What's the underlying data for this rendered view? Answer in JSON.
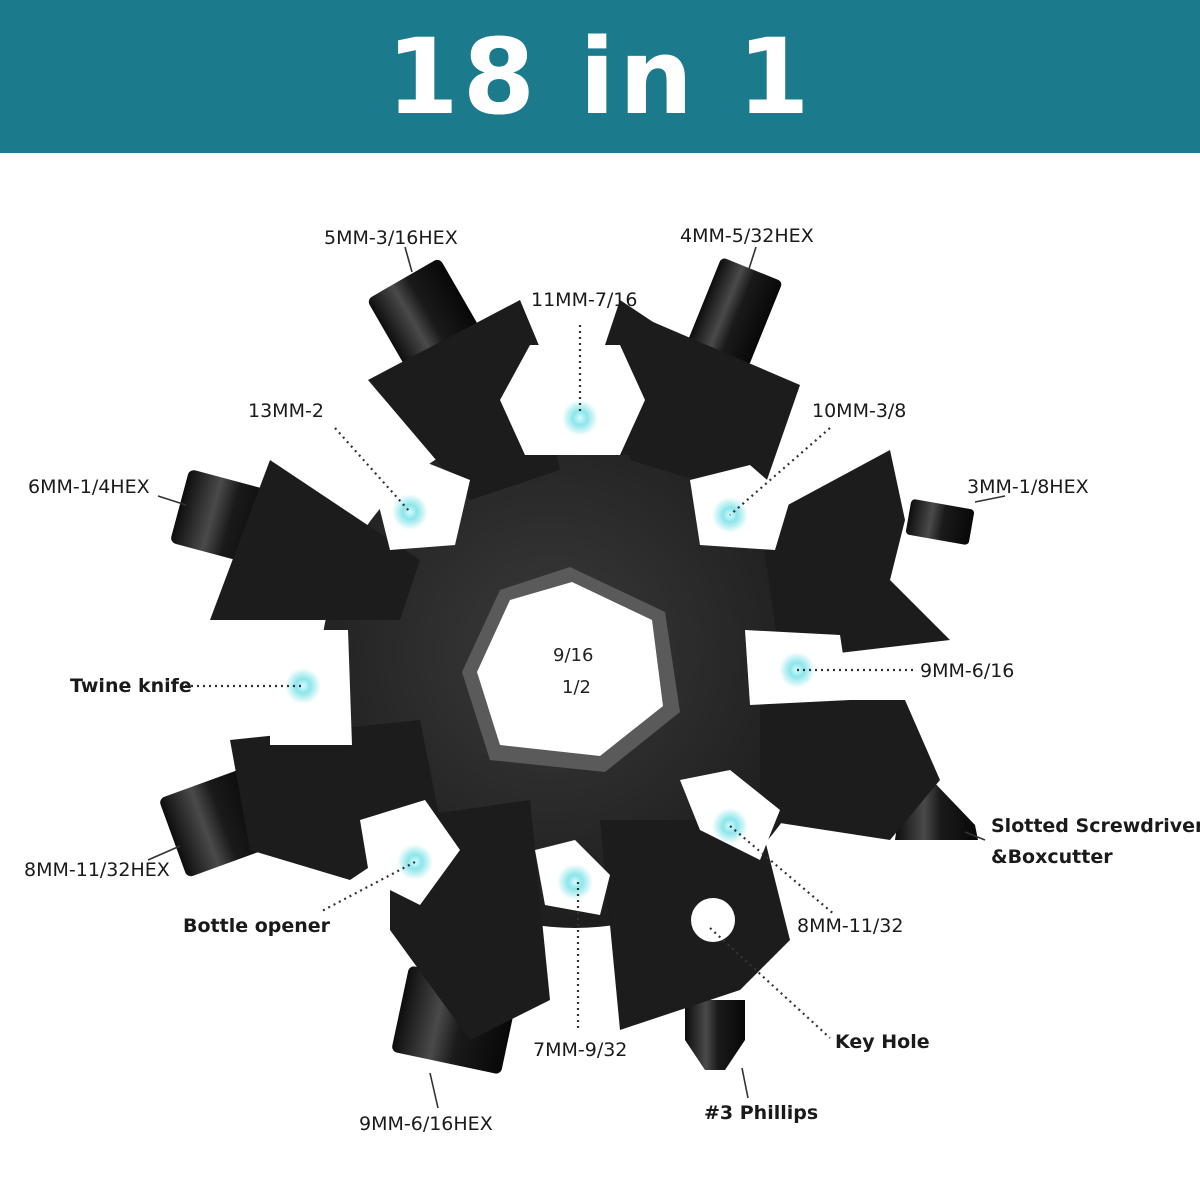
{
  "banner": {
    "title": "18 in 1"
  },
  "center": {
    "top_label": "9/16",
    "bottom_label": "1/2"
  },
  "labels": {
    "hex_5mm": "5MM-3/16HEX",
    "hex_4mm": "4MM-5/32HEX",
    "wrench_11mm": "11MM-7/16",
    "wrench_13mm": "13MM-2",
    "wrench_10mm": "10MM-3/8",
    "hex_6mm": "6MM-1/4HEX",
    "hex_3mm": "3MM-1/8HEX",
    "twine_knife": "Twine knife",
    "wrench_9mm": "9MM-6/16",
    "slotted_line1": "Slotted Screwdriver",
    "slotted_line2": "&Boxcutter",
    "hex_8mm": "8MM-11/32HEX",
    "wrench_8mm": "8MM-11/32",
    "bottle_opener": "Bottle opener",
    "key_hole": "Key Hole",
    "wrench_7mm": "7MM-9/32",
    "phillips": "#3 Phillips",
    "hex_9mm": "9MM-6/16HEX"
  },
  "colors": {
    "banner": "#1b7a8c",
    "tool_body": "#1c1c1c",
    "glow": "#7fe3e8"
  }
}
